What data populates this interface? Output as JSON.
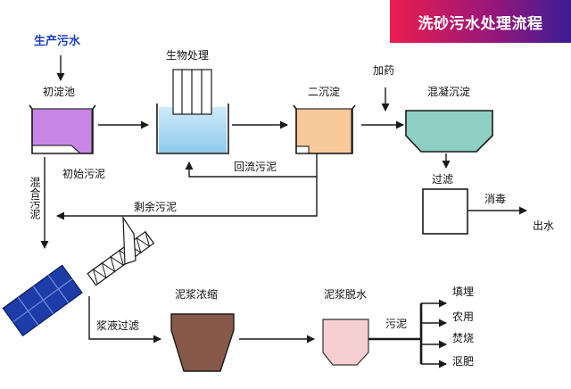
{
  "title": "洗砂污水处理流程",
  "colors": {
    "primary_tank": "#c886e6",
    "bio_tank": "#a9d8f2",
    "secondary_tank": "#f7c99b",
    "coag_tank": "#8ecfc4",
    "thickener": "#86594a",
    "dewater_tank": "#f6cfd3",
    "screw_body": "#1d3ca8",
    "source_text": "#1b3fbf"
  },
  "nodes": {
    "source": "生产污水",
    "primary": "初淀池",
    "bio": "生物处理",
    "secondary": "二沉淀",
    "coag": "混凝沉淀",
    "filter": "过滤",
    "thicken": "泥浆浓缩",
    "dewater": "泥浆脱水"
  },
  "edges": {
    "initial_sludge": "初始污泥",
    "return_sludge": "回流污泥",
    "excess_sludge": "剩余污泥",
    "mixed_sludge": "混合污泥",
    "dosing": "加药",
    "disinfect": "消毒",
    "effluent": "出水",
    "slurry_filter": "浆液过滤",
    "sludge": "污泥"
  },
  "disposal": [
    "填埋",
    "农用",
    "焚烧",
    "沤肥"
  ]
}
